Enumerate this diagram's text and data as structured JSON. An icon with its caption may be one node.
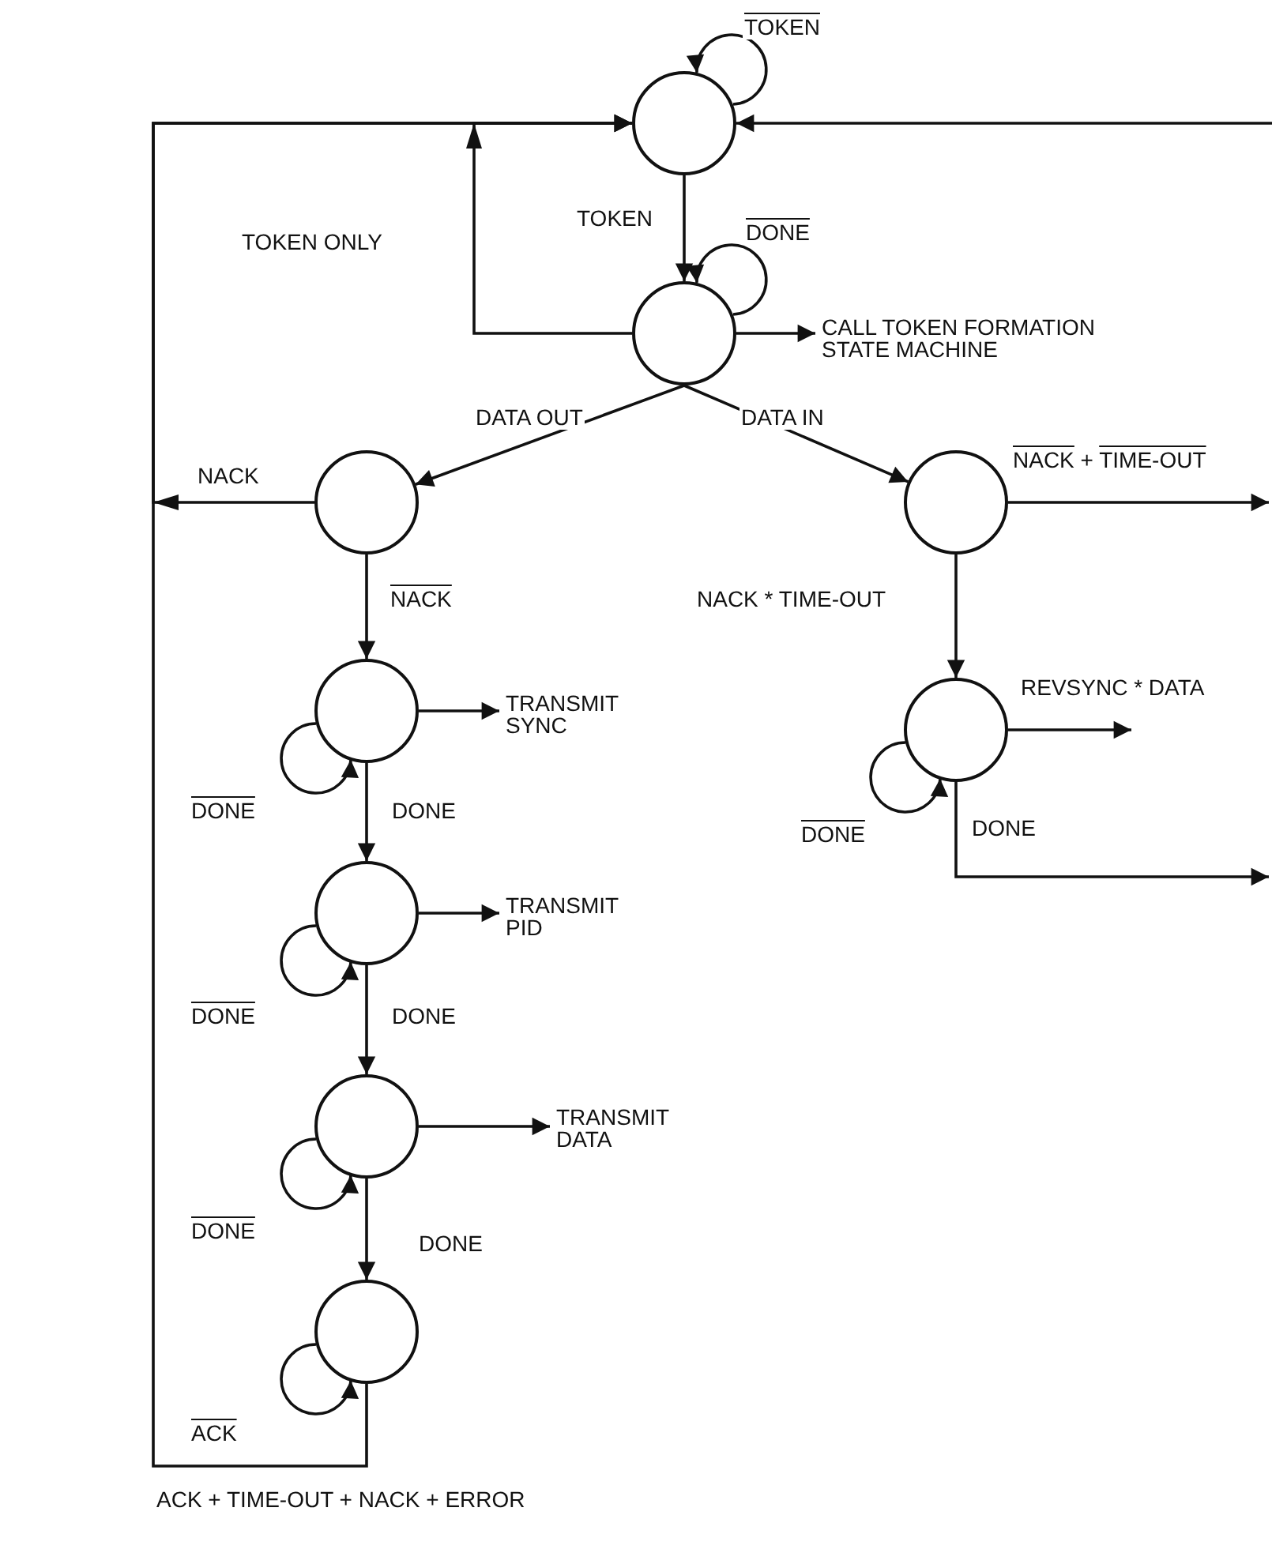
{
  "diagram": {
    "nodes": [
      {
        "text": [],
        "shape": "circle"
      },
      {
        "text": [],
        "shape": "circle"
      },
      {
        "text": [],
        "shape": "circle"
      },
      {
        "text": [],
        "shape": "circle"
      },
      {
        "text": [],
        "shape": "circle"
      },
      {
        "text": [],
        "shape": "circle"
      },
      {
        "text": [],
        "shape": "circle"
      },
      {
        "text": [],
        "shape": "circle"
      },
      {
        "text": [],
        "shape": "circle"
      },
      {
        "text": [
          "CALL TOKEN FORMATION STATE MACHINE"
        ]
      },
      {
        "text": [
          "TRANSMIT SYNC"
        ]
      },
      {
        "text": [
          "TRANSMIT PID"
        ]
      },
      {
        "text": [
          "TRANSMIT DATA"
        ]
      }
    ],
    "edges": [
      {
        "from": 0,
        "to": 0,
        "arrow": "to",
        "label": "TOKEN"
      },
      {
        "from": 0,
        "to": 1,
        "arrow": "to",
        "label": "TOKEN"
      },
      {
        "from": 1,
        "to": 1,
        "arrow": "to",
        "label": "DONE"
      },
      {
        "from": 1,
        "to": 0,
        "arrow": "to",
        "label": "TOKEN ONLY"
      },
      {
        "from": 1,
        "to": 9,
        "arrow": "to"
      },
      {
        "from": 1,
        "to": 2,
        "arrow": "to",
        "label": "DATA OUT"
      },
      {
        "from": 1,
        "to": 3,
        "arrow": "to",
        "label": "DATA IN"
      },
      {
        "from": 2,
        "to": 0,
        "arrow": "to",
        "label": "NACK"
      },
      {
        "from": 2,
        "to": 4,
        "arrow": "to",
        "label": "NACK"
      },
      {
        "from": 3,
        "to": null,
        "arrow": "to",
        "label": "NACK + TIME-OUT"
      },
      {
        "from": 3,
        "to": 5,
        "arrow": "to",
        "label": "NACK * TIME-OUT"
      },
      {
        "from": 5,
        "to": null,
        "arrow": "to",
        "label": "REVSYNC * DATA"
      },
      {
        "from": 5,
        "to": null,
        "arrow": "to",
        "label": "DONE"
      },
      {
        "from": 5,
        "to": 5,
        "arrow": "to",
        "label": "DONE"
      },
      {
        "from": null,
        "to": 0,
        "arrow": "to"
      },
      {
        "from": 4,
        "to": 4,
        "arrow": "to",
        "label": "DONE"
      },
      {
        "from": 4,
        "to": 10,
        "arrow": "to"
      },
      {
        "from": 4,
        "to": 6,
        "arrow": "to",
        "label": "DONE"
      },
      {
        "from": 6,
        "to": 6,
        "arrow": "to",
        "label": "DONE"
      },
      {
        "from": 6,
        "to": 11,
        "arrow": "to"
      },
      {
        "from": 6,
        "to": 7,
        "arrow": "to",
        "label": "DONE"
      },
      {
        "from": 7,
        "to": 7,
        "arrow": "to",
        "label": "DONE"
      },
      {
        "from": 7,
        "to": 12,
        "arrow": "to"
      },
      {
        "from": 7,
        "to": 8,
        "arrow": "to",
        "label": "DONE"
      },
      {
        "from": 8,
        "to": 8,
        "arrow": "to",
        "label": "ACK"
      },
      {
        "from": 8,
        "to": 0,
        "arrow": "to",
        "label": "ACK + TIME-OUT + NACK + ERROR"
      }
    ]
  }
}
